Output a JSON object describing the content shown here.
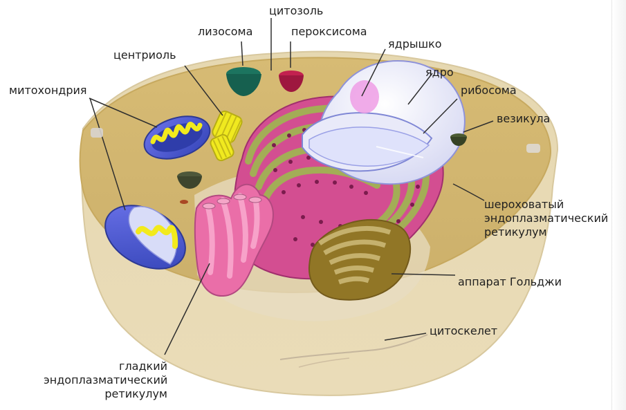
{
  "labels": {
    "cytosol": "цитозоль",
    "lysosome": "лизосома",
    "peroxisome": "пероксисома",
    "centriole": "центриоль",
    "nucleolus": "ядрышко",
    "nucleus": "ядро",
    "mitochondria": "митохондрия",
    "ribosome": "рибосома",
    "vesicle": "везикула",
    "rough_er": [
      "шероховатый",
      "эндоплазматический",
      "ретикулум"
    ],
    "golgi": "аппарат Гольджи",
    "cytoskeleton": "цитоскелет",
    "smooth_er": [
      "гладкий",
      "эндоплазматический",
      "ретикулум"
    ]
  },
  "colors": {
    "cytoplasm": "#dcc07c",
    "membrane": "#ede2c8",
    "nucleus": "#e7e8f8",
    "nucleolus": "#ef9de5",
    "er": "#d75b9a",
    "er_fold": "#9fb35d",
    "mito": "#4b58cf",
    "mito_inner": "#f2ea1d",
    "golgi": "#8f7420",
    "lysosome": "#1d6e5f",
    "peroxisome": "#a7143e"
  }
}
